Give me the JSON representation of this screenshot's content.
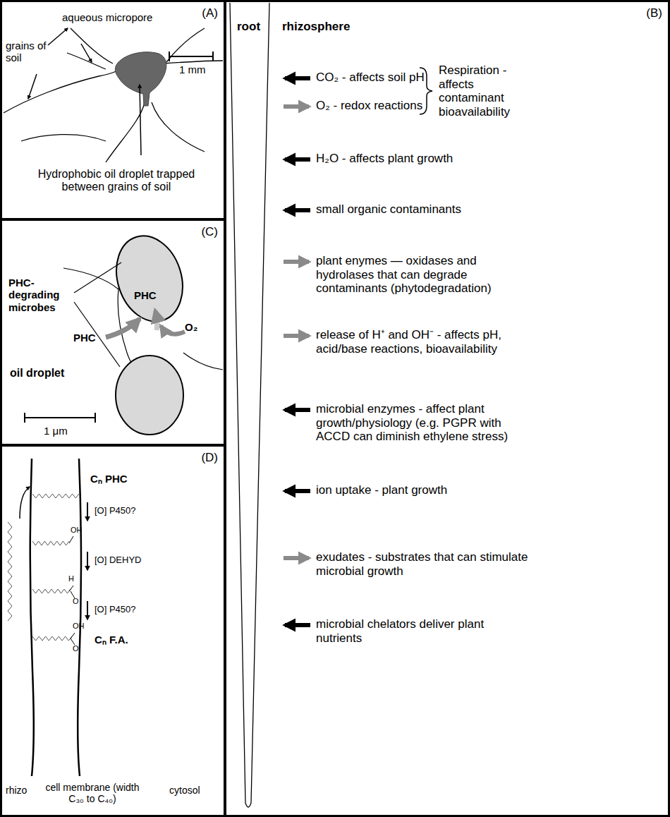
{
  "diagram": {
    "nodes": [
      {
        "text": [
          "(A)"
        ]
      },
      {
        "text": [
          "(B)"
        ]
      },
      {
        "text": [
          "(C)"
        ]
      },
      {
        "text": [
          "(D)"
        ]
      }
    ],
    "labels": [
      "aqueous micropore",
      "grains of soil",
      "1 mm",
      "Hydrophobic oil droplet trapped between grains of soil",
      "root",
      "rhizosphere",
      "CO₂ - affects soil pH",
      "O₂ - redox reactions",
      "Respiration - affects contaminant bioavailability",
      "H₂O - affects plant growth",
      "small organic contaminants",
      "plant enymes — oxidases and hydrolases that can degrade contaminants (phytodegradation)",
      "release of H⁺ and OH⁻ - affects pH, acid/base reactions, bioavailability",
      "microbial enzymes - affect plant growth/physiology (e.g. PGPR with ACCD can diminish ethylene stress)",
      "ion uptake - plant growth",
      "exudates - substrates that can stimulate microbial growth",
      "microbial chelators deliver plant nutrients",
      "PHC-degrading microbes",
      "PHC",
      "PHC",
      "O₂",
      "oil droplet",
      "1 μm",
      "Cₙ PHC",
      "[O] P450?",
      "OH",
      "[O] DEHYD",
      "H",
      "O",
      "[O] P450?",
      "OH",
      "O",
      "Cₙ F.A.",
      "rhizo",
      "cell membrane (width C₃₀ to C₄₀)",
      "cytosol"
    ]
  }
}
